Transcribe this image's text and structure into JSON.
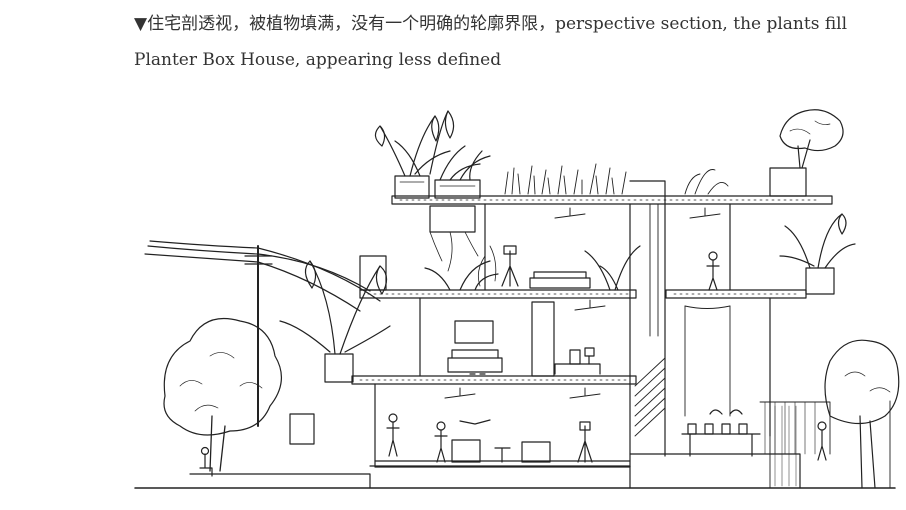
{
  "caption": {
    "line1": "▼住宅剖透视，被植物填满，没有一个明确的轮廓界限，perspective section, the plants fill",
    "line2": "Planter Box House, appearing less defined"
  },
  "figure": {
    "type": "line-drawing",
    "subject": "perspective section of a house filled with plants",
    "ink_color": "#222222",
    "paper_color": "#ffffff"
  }
}
